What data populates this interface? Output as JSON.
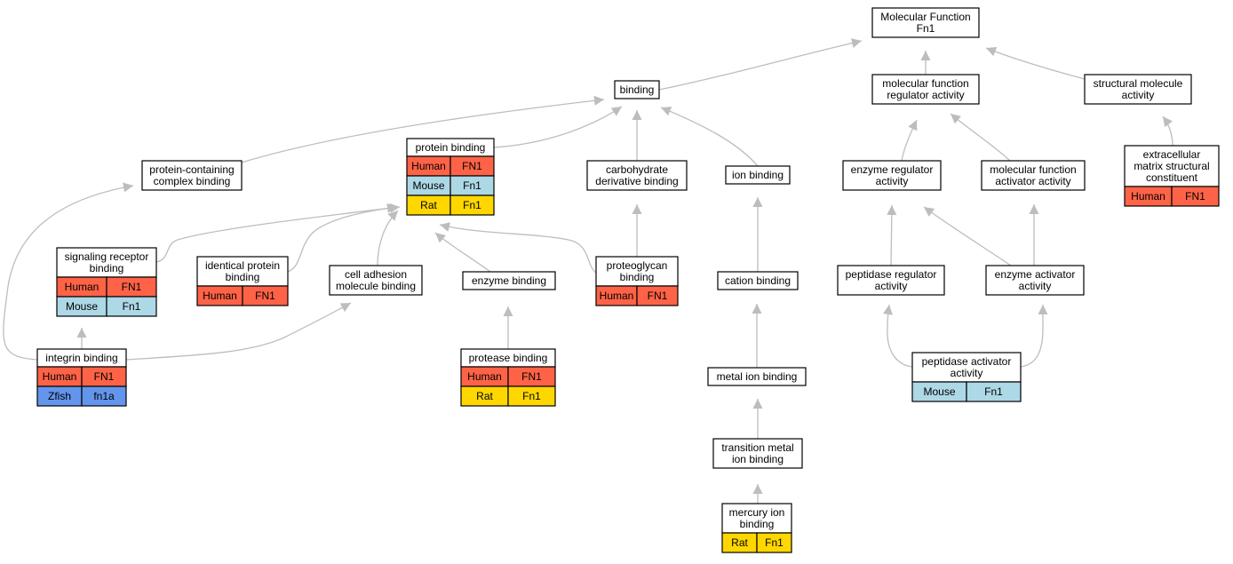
{
  "title": "Molecular Function Fn1",
  "colors": {
    "Human": "#ff6347",
    "Mouse": "#add8e6",
    "Rat": "#ffd700",
    "Zfish": "#6495ed",
    "edge": "#bdbdbd"
  },
  "nodes": {
    "mf": {
      "lines": [
        "Molecular Function",
        "Fn1"
      ],
      "rows": []
    },
    "binding": {
      "lines": [
        "binding"
      ],
      "rows": []
    },
    "mfreg": {
      "lines": [
        "molecular function",
        "regulator activity"
      ],
      "rows": []
    },
    "structural": {
      "lines": [
        "structural molecule",
        "activity"
      ],
      "rows": []
    },
    "protbind": {
      "lines": [
        "protein binding"
      ],
      "rows": [
        [
          "Human",
          "FN1"
        ],
        [
          "Mouse",
          "Fn1"
        ],
        [
          "Rat",
          "Fn1"
        ]
      ]
    },
    "pccomplex": {
      "lines": [
        "protein-containing",
        "complex binding"
      ],
      "rows": []
    },
    "carbo": {
      "lines": [
        "carbohydrate",
        "derivative binding"
      ],
      "rows": []
    },
    "ionbind": {
      "lines": [
        "ion binding"
      ],
      "rows": []
    },
    "enzreg": {
      "lines": [
        "enzyme regulator",
        "activity"
      ],
      "rows": []
    },
    "mfact": {
      "lines": [
        "molecular function",
        "activator activity"
      ],
      "rows": []
    },
    "ecm": {
      "lines": [
        "extracellular",
        "matrix structural",
        "constituent"
      ],
      "rows": [
        [
          "Human",
          "FN1"
        ]
      ]
    },
    "sigrec": {
      "lines": [
        "signaling receptor",
        "binding"
      ],
      "rows": [
        [
          "Human",
          "FN1"
        ],
        [
          "Mouse",
          "Fn1"
        ]
      ]
    },
    "identprot": {
      "lines": [
        "identical protein",
        "binding"
      ],
      "rows": [
        [
          "Human",
          "FN1"
        ]
      ]
    },
    "celladh": {
      "lines": [
        "cell adhesion",
        "molecule binding"
      ],
      "rows": []
    },
    "enzbind": {
      "lines": [
        "enzyme binding"
      ],
      "rows": []
    },
    "proteogly": {
      "lines": [
        "proteoglycan",
        "binding"
      ],
      "rows": [
        [
          "Human",
          "FN1"
        ]
      ]
    },
    "cation": {
      "lines": [
        "cation binding"
      ],
      "rows": []
    },
    "peptreg": {
      "lines": [
        "peptidase regulator",
        "activity"
      ],
      "rows": []
    },
    "enzact": {
      "lines": [
        "enzyme activator",
        "activity"
      ],
      "rows": []
    },
    "integrin": {
      "lines": [
        "integrin binding"
      ],
      "rows": [
        [
          "Human",
          "FN1"
        ],
        [
          "Zfish",
          "fn1a"
        ]
      ]
    },
    "protease": {
      "lines": [
        "protease binding"
      ],
      "rows": [
        [
          "Human",
          "FN1"
        ],
        [
          "Rat",
          "Fn1"
        ]
      ]
    },
    "metalion": {
      "lines": [
        "metal ion binding"
      ],
      "rows": []
    },
    "peptact": {
      "lines": [
        "peptidase activator",
        "activity"
      ],
      "rows": [
        [
          "Mouse",
          "Fn1"
        ]
      ]
    },
    "transmetal": {
      "lines": [
        "transition metal",
        "ion binding"
      ],
      "rows": []
    },
    "mercury": {
      "lines": [
        "mercury ion",
        "binding"
      ],
      "rows": [
        [
          "Rat",
          "Fn1"
        ]
      ]
    }
  },
  "edges": [
    [
      "binding",
      "mf"
    ],
    [
      "mfreg",
      "mf"
    ],
    [
      "structural",
      "mf"
    ],
    [
      "protbind",
      "binding"
    ],
    [
      "pccomplex",
      "binding"
    ],
    [
      "carbo",
      "binding"
    ],
    [
      "ionbind",
      "binding"
    ],
    [
      "enzreg",
      "mfreg"
    ],
    [
      "mfact",
      "mfreg"
    ],
    [
      "ecm",
      "structural"
    ],
    [
      "sigrec",
      "protbind"
    ],
    [
      "identprot",
      "protbind"
    ],
    [
      "celladh",
      "protbind"
    ],
    [
      "enzbind",
      "protbind"
    ],
    [
      "proteogly",
      "protbind"
    ],
    [
      "proteogly",
      "carbo"
    ],
    [
      "cation",
      "ionbind"
    ],
    [
      "peptreg",
      "enzreg"
    ],
    [
      "enzact",
      "enzreg"
    ],
    [
      "enzact",
      "mfact"
    ],
    [
      "integrin",
      "sigrec"
    ],
    [
      "integrin",
      "pccomplex"
    ],
    [
      "integrin",
      "celladh"
    ],
    [
      "protease",
      "enzbind"
    ],
    [
      "metalion",
      "cation"
    ],
    [
      "peptact",
      "peptreg"
    ],
    [
      "peptact",
      "enzact"
    ],
    [
      "transmetal",
      "metalion"
    ],
    [
      "mercury",
      "transmetal"
    ]
  ]
}
